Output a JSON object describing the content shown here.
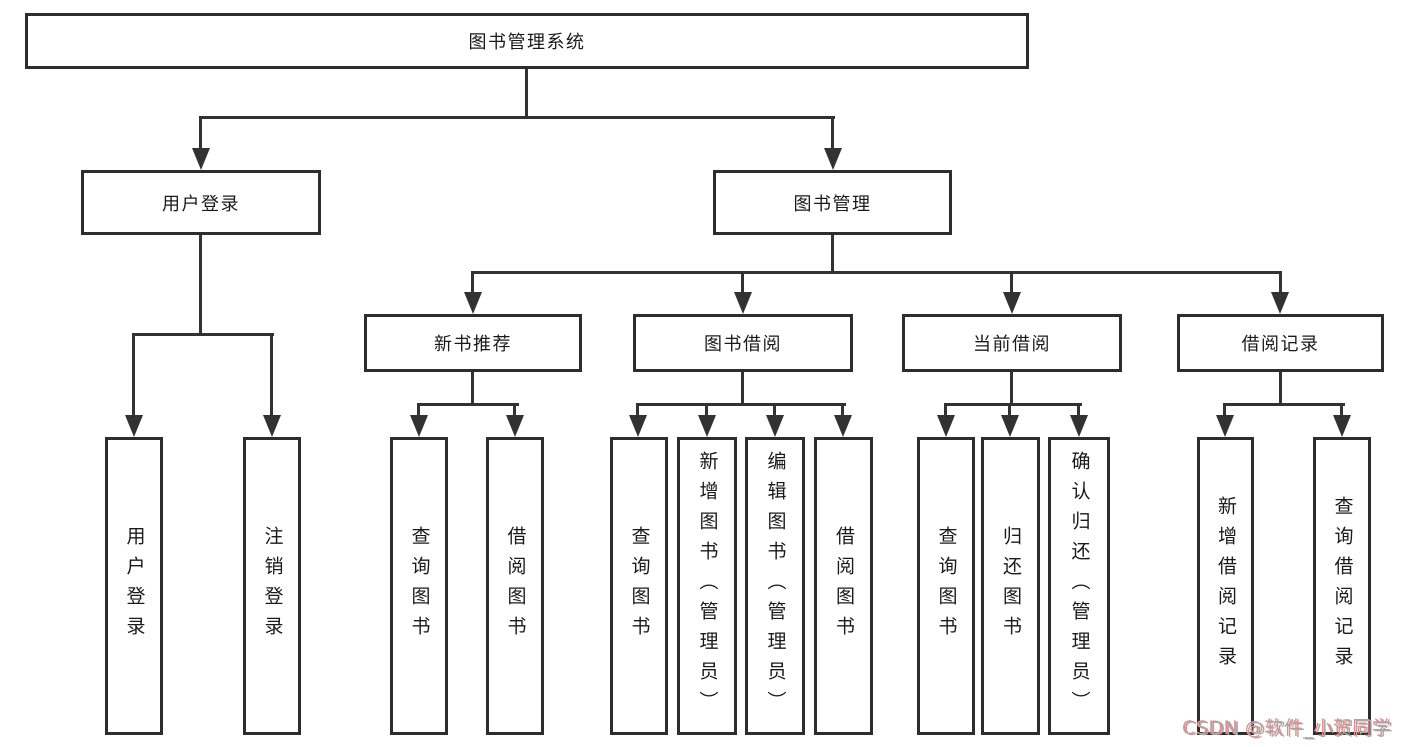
{
  "diagram": {
    "root": {
      "label": "图书管理系统"
    },
    "branches": [
      {
        "label": "用户登录"
      },
      {
        "label": "图书管理"
      }
    ],
    "modules": [
      {
        "label": "新书推荐"
      },
      {
        "label": "图书借阅"
      },
      {
        "label": "当前借阅"
      },
      {
        "label": "借阅记录"
      }
    ],
    "leaves": [
      {
        "label": "用户登录"
      },
      {
        "label": "注销登录"
      },
      {
        "label": "查询图书"
      },
      {
        "label": "借阅图书"
      },
      {
        "label": "查询图书"
      },
      {
        "label": "新增图书（管理员）"
      },
      {
        "label": "编辑图书（管理员）"
      },
      {
        "label": "借阅图书"
      },
      {
        "label": "查询图书"
      },
      {
        "label": "归还图书"
      },
      {
        "label": "确认归还（管理员）"
      },
      {
        "label": "新增借阅记录"
      },
      {
        "label": "查询借阅记录"
      }
    ]
  },
  "watermark": {
    "text": "CSDN @软件_小贺同学"
  },
  "colors": {
    "line": "#323232",
    "box_border": "#2d2d2d",
    "text": "#1a1a1a",
    "background": "#ffffff",
    "watermark_gray": "#a8a8a8",
    "watermark_red": "#eb8a8a"
  }
}
